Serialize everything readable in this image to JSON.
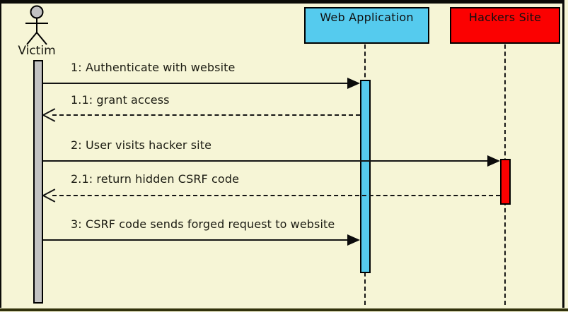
{
  "participants": [
    {
      "id": "victim",
      "label": "Victim",
      "kind": "actor"
    },
    {
      "id": "web_app",
      "label": "Web Application",
      "kind": "object",
      "fill": "#55CBEE"
    },
    {
      "id": "hacker",
      "label": "Hackers Site",
      "kind": "object",
      "fill": "#FB0101"
    }
  ],
  "messages": [
    {
      "label": "1: Authenticate with website",
      "from": "victim",
      "to": "web_app",
      "line": "solid"
    },
    {
      "label": "1.1: grant access",
      "from": "web_app",
      "to": "victim",
      "line": "dashed"
    },
    {
      "label": "2: User visits hacker site",
      "from": "victim",
      "to": "hacker",
      "line": "solid"
    },
    {
      "label": "2.1: return hidden CSRF code",
      "from": "hacker",
      "to": "victim",
      "line": "dashed"
    },
    {
      "label": "3: CSRF code sends forged request to website",
      "from": "victim",
      "to": "web_app",
      "line": "solid"
    }
  ],
  "colors": {
    "background": "#F6F5D6",
    "web_app_fill": "#55CBEE",
    "hacker_fill": "#FB0101",
    "activation_victim_fill": "#C2C2C2",
    "line": "#141414"
  }
}
